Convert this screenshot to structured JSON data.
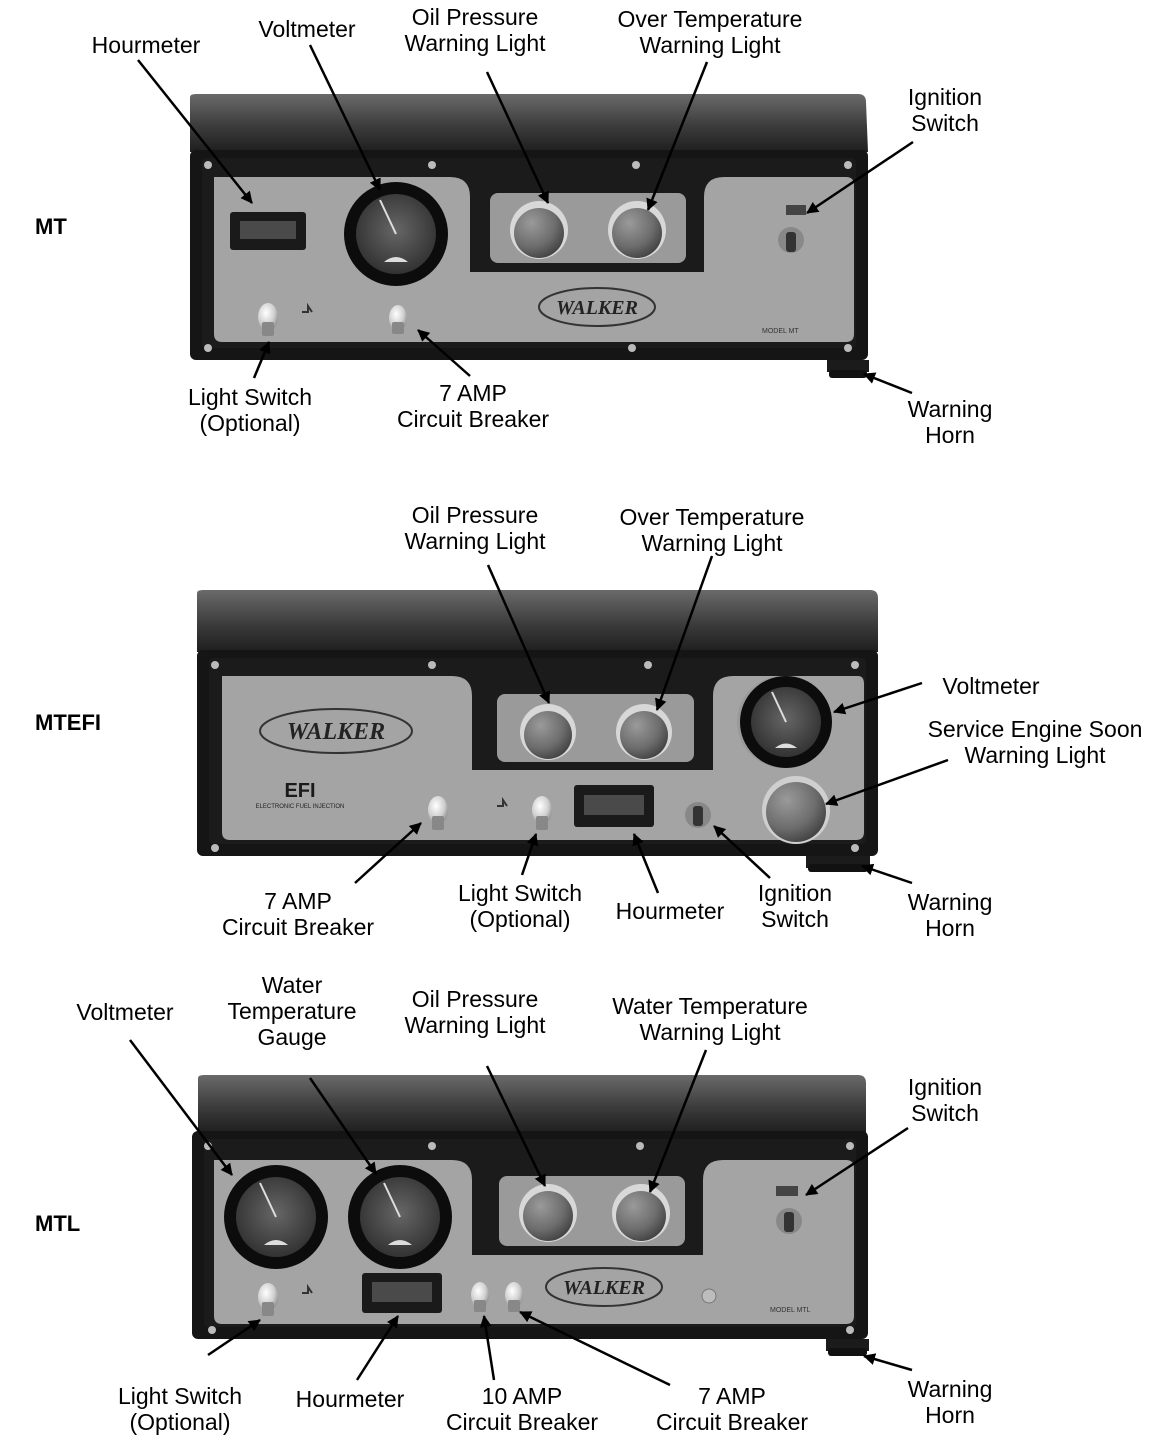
{
  "panels": {
    "mt": {
      "model": "MT",
      "labels": {
        "hourmeter": [
          "Hourmeter"
        ],
        "voltmeter": [
          "Voltmeter"
        ],
        "oil": [
          "Oil Pressure",
          "Warning Light"
        ],
        "overtemp": [
          "Over Temperature",
          "Warning Light"
        ],
        "ignition": [
          "Ignition",
          "Switch"
        ],
        "light": [
          "Light Switch",
          "(Optional)"
        ],
        "breaker7": [
          "7 AMP",
          "Circuit Breaker"
        ],
        "horn": [
          "Warning",
          "Horn"
        ]
      },
      "print": {
        "brand": "WALKER",
        "model_plate": "MODEL MT"
      }
    },
    "mtefi": {
      "model": "MTEFI",
      "labels": {
        "oil": [
          "Oil Pressure",
          "Warning Light"
        ],
        "overtemp": [
          "Over Temperature",
          "Warning Light"
        ],
        "voltmeter": [
          "Voltmeter"
        ],
        "service": [
          "Service Engine Soon",
          "Warning Light"
        ],
        "breaker7": [
          "7 AMP",
          "Circuit Breaker"
        ],
        "light": [
          "Light Switch",
          "(Optional)"
        ],
        "hourmeter": [
          "Hourmeter"
        ],
        "ignition": [
          "Ignition",
          "Switch"
        ],
        "horn": [
          "Warning",
          "Horn"
        ]
      },
      "print": {
        "brand": "WALKER",
        "efi": "EFI",
        "efi_sub": "ELECTRONIC FUEL INJECTION"
      }
    },
    "mtl": {
      "model": "MTL",
      "labels": {
        "voltmeter": [
          "Voltmeter"
        ],
        "watergauge": [
          "Water",
          "Temperature",
          "Gauge"
        ],
        "oil": [
          "Oil Pressure",
          "Warning Light"
        ],
        "watertemp": [
          "Water Temperature",
          "Warning Light"
        ],
        "ignition": [
          "Ignition",
          "Switch"
        ],
        "light": [
          "Light Switch",
          "(Optional)"
        ],
        "hourmeter": [
          "Hourmeter"
        ],
        "breaker10": [
          "10 AMP",
          "Circuit Breaker"
        ],
        "breaker7": [
          "7 AMP",
          "Circuit Breaker"
        ],
        "horn": [
          "Warning",
          "Horn"
        ]
      },
      "print": {
        "brand": "WALKER",
        "model_plate": "MODEL MTL"
      }
    }
  }
}
